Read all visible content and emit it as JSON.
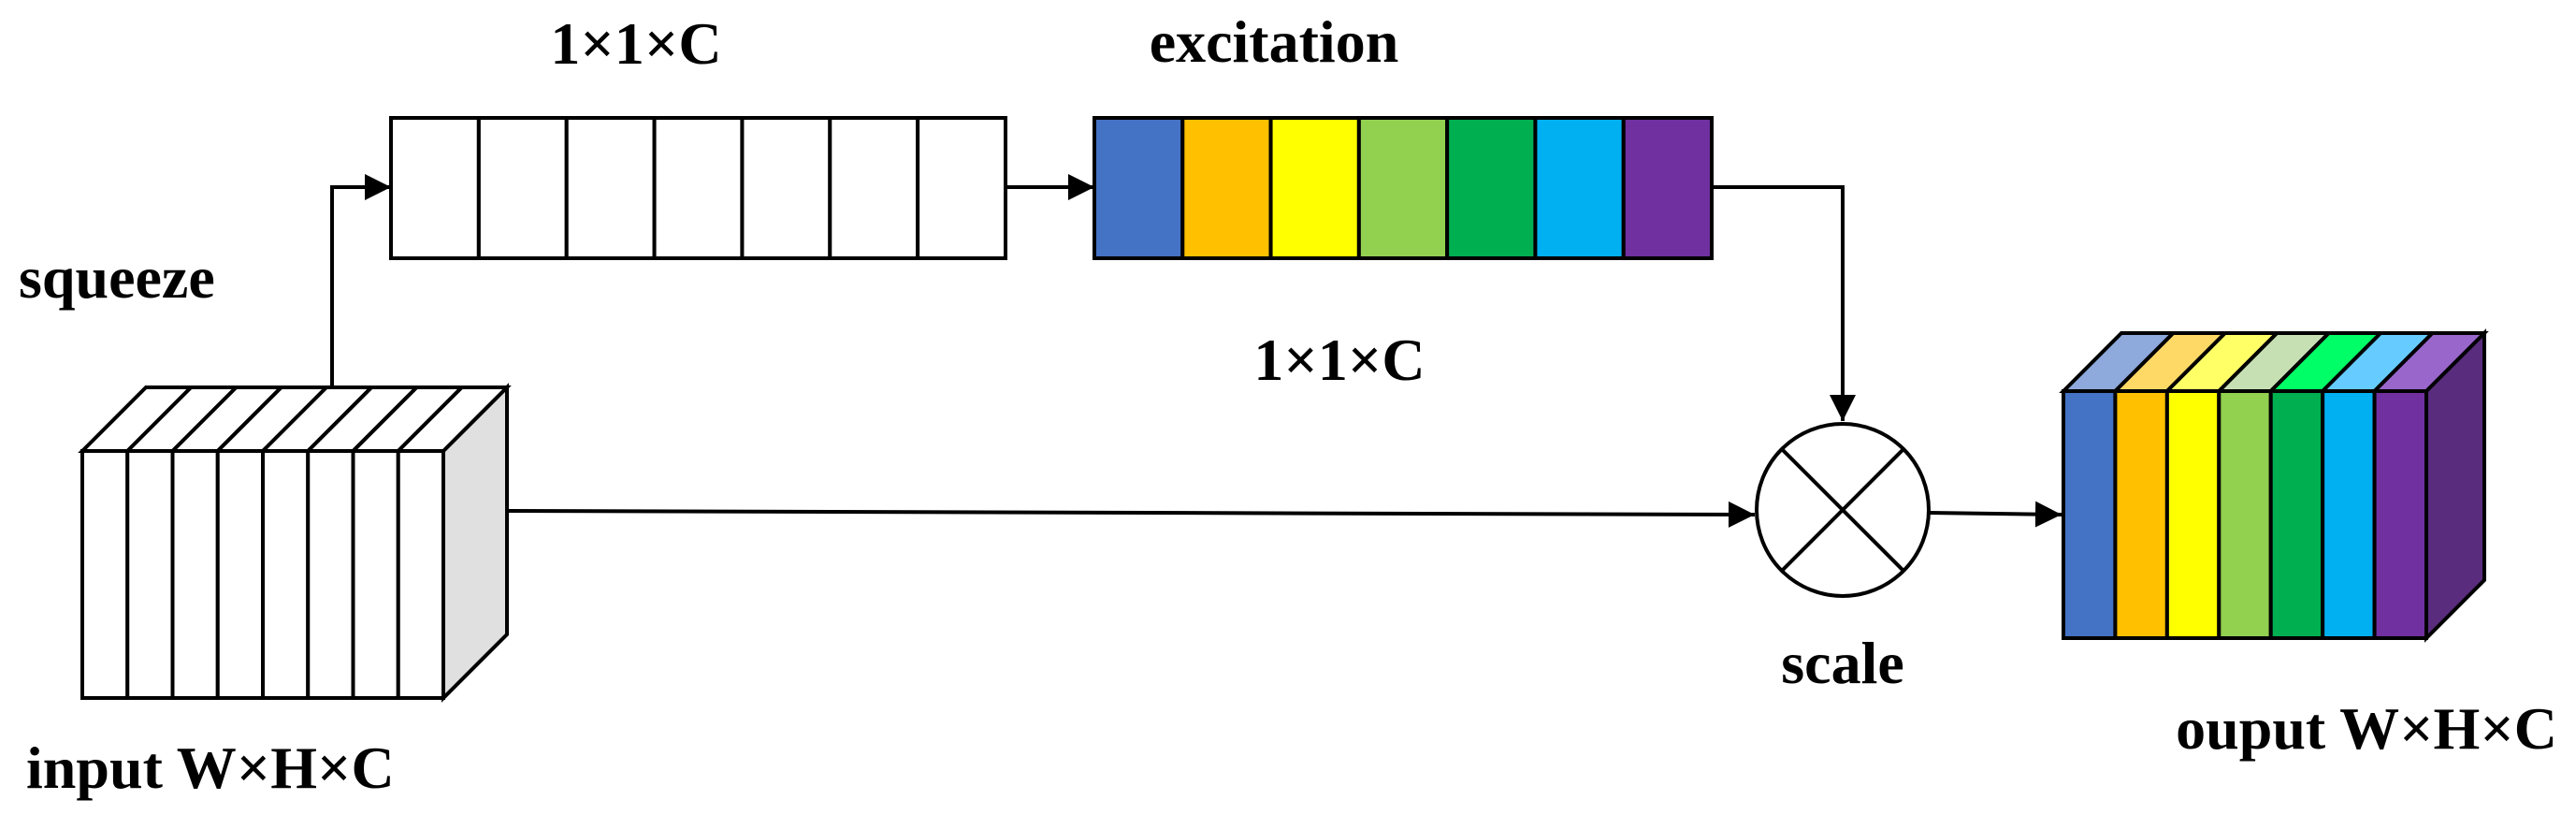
{
  "labels": {
    "top_dims": "1×1×C",
    "excitation": "excitation",
    "squeeze": "squeeze",
    "mid_dims": "1×1×C",
    "scale": "scale",
    "input": "input W×H×C",
    "output": "ouput W×H×C"
  },
  "colors": {
    "stroke": "#000000",
    "channels": [
      "#4472C4",
      "#FFC000",
      "#FFFF00",
      "#92D050",
      "#00B050",
      "#00B0F0",
      "#7030A0"
    ],
    "channels_top": [
      "#8EA9DB",
      "#FFD966",
      "#FFFF66",
      "#C6E0B4",
      "#00FF66",
      "#66CCFF",
      "#9966CC"
    ],
    "output_side": "#5A2C7E",
    "input_side": "#E0E0E0"
  }
}
